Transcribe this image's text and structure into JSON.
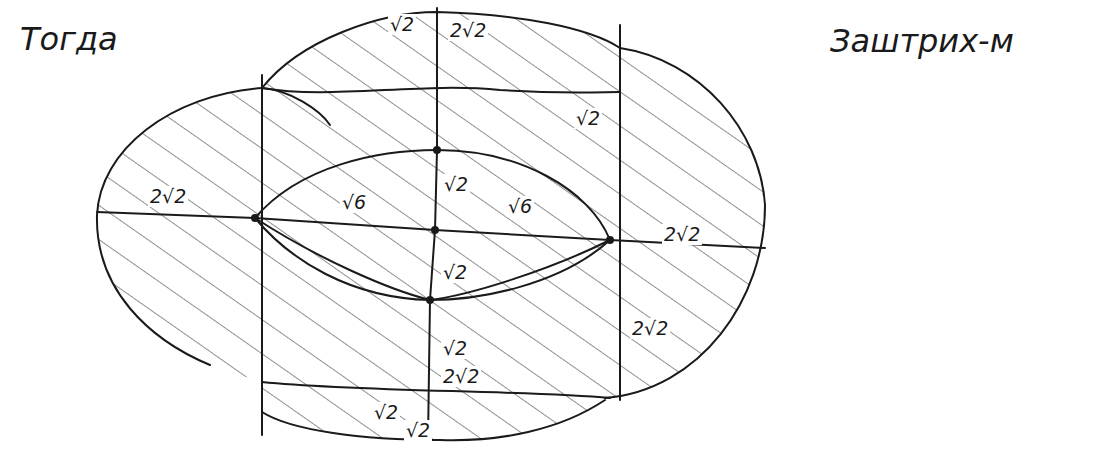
{
  "diagram": {
    "labels": [
      "Тогда",
      "√2",
      "2√2",
      "Заштрих-м",
      "√2",
      "2√2",
      "√6",
      "√2",
      "√6",
      "2√2",
      "√2",
      "2√2",
      "√2",
      "2√2",
      "√2",
      "√2"
    ]
  }
}
